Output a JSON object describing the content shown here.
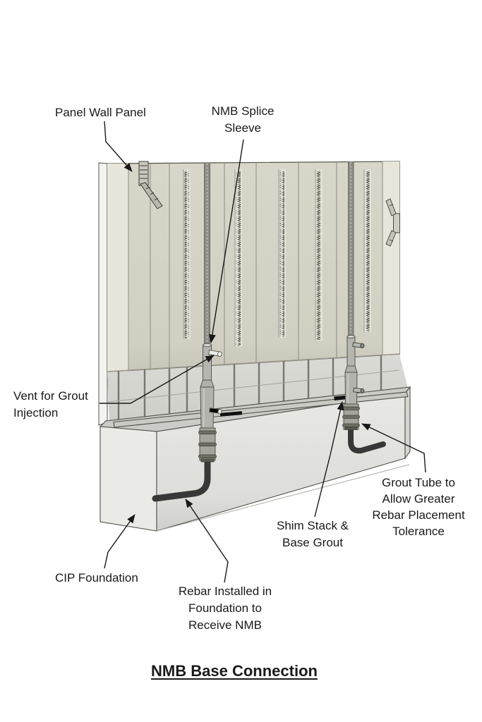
{
  "diagram": {
    "title": "NMB Base Connection",
    "labels": {
      "panel_wall_panel": {
        "lines": [
          "Panel Wall Panel"
        ]
      },
      "nmb_splice_sleeve": {
        "lines": [
          "NMB Splice",
          "Sleeve"
        ]
      },
      "vent_for_grout": {
        "lines": [
          "Vent for Grout",
          "Injection"
        ]
      },
      "cip_foundation": {
        "lines": [
          "CIP Foundation"
        ]
      },
      "rebar_installed": {
        "lines": [
          "Rebar Installed in",
          "Foundation to",
          "Receive NMB"
        ]
      },
      "shim_stack": {
        "lines": [
          "Shim Stack &",
          "Base Grout"
        ]
      },
      "grout_tube": {
        "lines": [
          "Grout Tube to",
          "Allow Greater",
          "Rebar Placement",
          "Tolerance"
        ]
      }
    },
    "colors": {
      "background": "#ffffff",
      "panel_face": "#d5d3c5",
      "panel_side": "#f3f3f0",
      "panel_strip": "#e8e6da",
      "foundation": "#e2e2df",
      "sleeve": "#b3b3ad",
      "rebar": "#383838",
      "shim": "#111111",
      "line": "#1a1a1a"
    }
  }
}
